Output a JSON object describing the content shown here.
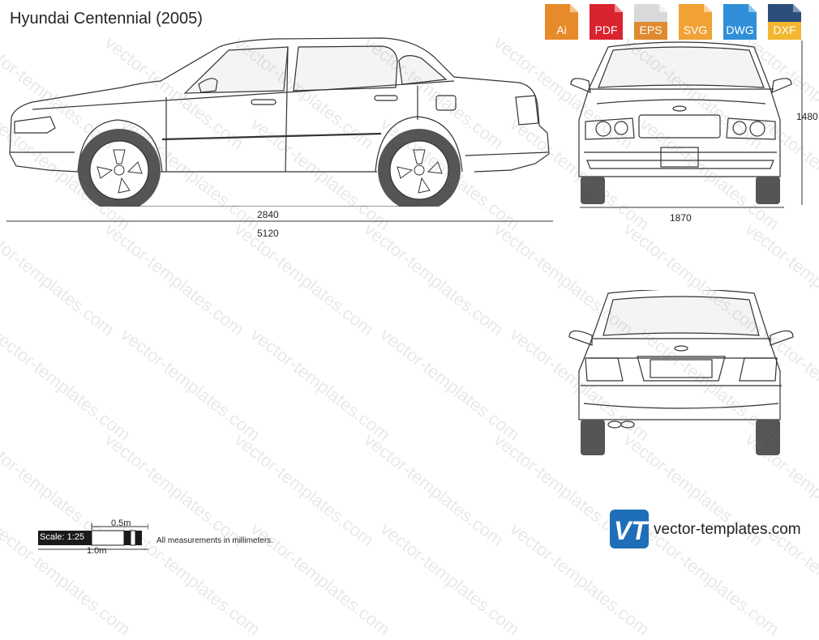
{
  "page": {
    "title": "Hyundai Centennial (2005)"
  },
  "format_badges": [
    {
      "label": "Ai",
      "color": "#e78b2a"
    },
    {
      "label": "PDF",
      "color": "#d9232f"
    },
    {
      "label": "EPS",
      "color": "#d9d9d9"
    },
    {
      "label": "SVG",
      "color": "#f0a235"
    },
    {
      "label": "DWG",
      "color": "#2f8fd8"
    },
    {
      "label": "DXF",
      "color": "#2b4e7a"
    }
  ],
  "dimensions": {
    "wheelbase": "2840",
    "length": "5120",
    "width": "1870",
    "height": "1480"
  },
  "scale_bar": {
    "label": "Scale: 1:25",
    "half": "0.5m",
    "full": "1.0m"
  },
  "note": "All measurements in millimeters.",
  "brand": {
    "logo": "VT",
    "text": "vector-templates.com"
  },
  "watermark": "vector-templates.com"
}
